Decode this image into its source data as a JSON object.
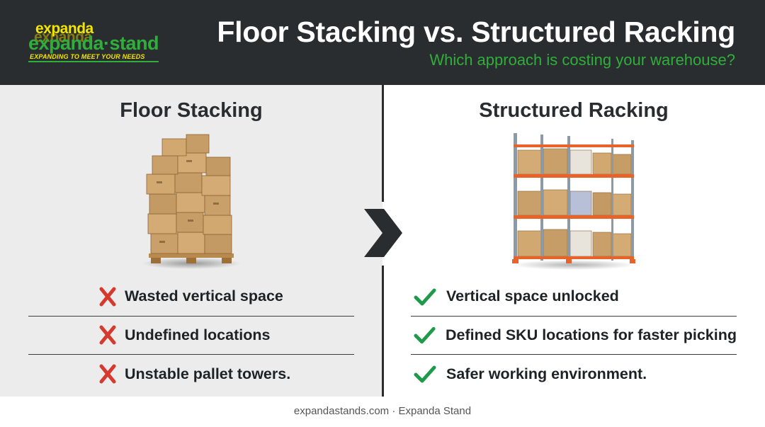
{
  "header": {
    "logo": {
      "top_word": "expanda",
      "main_word": "expanda·stand",
      "tagline": "EXPANDING TO MEET YOUR NEEDS"
    },
    "title": "Floor Stacking vs. Structured Racking",
    "subtitle": "Which approach is costing your warehouse?"
  },
  "left_panel": {
    "title": "Floor Stacking",
    "illustration": "floor-stacked-boxes-on-pallet",
    "items": [
      {
        "icon": "x-mark-icon",
        "text": "Wasted vertical space"
      },
      {
        "icon": "x-mark-icon",
        "text": "Undefined locations"
      },
      {
        "icon": "x-mark-icon",
        "text": "Unstable pallet towers."
      }
    ]
  },
  "right_panel": {
    "title": "Structured Racking",
    "illustration": "pallet-racking-with-boxes",
    "items": [
      {
        "icon": "check-mark-icon",
        "text": "Vertical space unlocked"
      },
      {
        "icon": "check-mark-icon",
        "text": "Defined SKU locations for faster picking"
      },
      {
        "icon": "check-mark-icon",
        "text": "Safer working environment."
      }
    ]
  },
  "divider_icon": "chevron-right-icon",
  "footer": {
    "text": "expandastands.com · Expanda Stand"
  },
  "colors": {
    "header_bg": "#2a2d30",
    "accent_green": "#2fae3a",
    "logo_yellow": "#f2e600",
    "cross_red": "#d63a2f",
    "check_green": "#1e9a4b",
    "rack_orange": "#e8632a"
  }
}
